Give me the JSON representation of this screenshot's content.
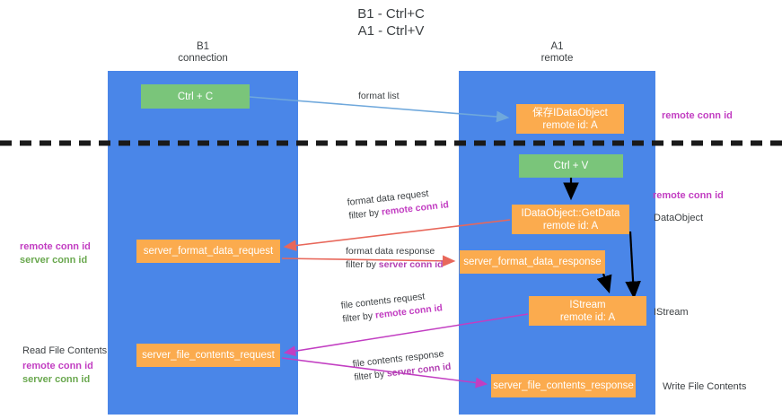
{
  "title": "B1 - Ctrl+C\nA1 - Ctrl+V",
  "colors": {
    "lane": "#4a86e8",
    "node_green": "#7ac57a",
    "node_orange": "#fbab4e",
    "remote_conn_id": "#c23ec2",
    "server_conn_id": "#6aa84f",
    "arrow_blue": "#6fa8dc",
    "arrow_red": "#e8675a",
    "arrow_magenta": "#c23ec2",
    "arrow_black": "#000000",
    "text": "#3c4043",
    "background": "#ffffff"
  },
  "columns": [
    {
      "id": "b1",
      "title": "B1",
      "subtitle": "connection",
      "header": "B1\nconnection"
    },
    {
      "id": "a1",
      "title": "A1",
      "subtitle": "remote",
      "header": "A1\nremote"
    }
  ],
  "nodes": [
    {
      "id": "ctrl-c",
      "label": "Ctrl + C",
      "sub": "",
      "color": "green",
      "lane": "b1"
    },
    {
      "id": "save-ido",
      "label": "保存IDataObject",
      "sub": "remote id: A",
      "color": "orange",
      "lane": "a1"
    },
    {
      "id": "ctrl-v",
      "label": "Ctrl + V",
      "sub": "",
      "color": "green",
      "lane": "a1"
    },
    {
      "id": "getdata",
      "label": "IDataObject::GetData",
      "sub": "remote id: A",
      "color": "orange",
      "lane": "a1"
    },
    {
      "id": "sfdreq",
      "label": "server_format_data_request",
      "sub": "",
      "color": "orange",
      "lane": "b1"
    },
    {
      "id": "sfdresp",
      "label": "server_format_data_response",
      "sub": "",
      "color": "orange",
      "lane": "a1"
    },
    {
      "id": "istream",
      "label": "IStream",
      "sub": "remote id: A",
      "color": "orange",
      "lane": "a1"
    },
    {
      "id": "sfcreq",
      "label": "server_file_contents_request",
      "sub": "",
      "color": "orange",
      "lane": "b1"
    },
    {
      "id": "sfcresp",
      "label": "server_file_contents_response",
      "sub": "",
      "color": "orange",
      "lane": "a1"
    }
  ],
  "edges": [
    {
      "id": "format-list",
      "line1": "format list",
      "filter_prefix": "",
      "filter_key": "",
      "color": "#6fa8dc"
    },
    {
      "id": "fdreq",
      "line1": "format data request",
      "filter_prefix": "filter by",
      "filter_key": "remote conn id",
      "color": "#e8675a"
    },
    {
      "id": "fdresp",
      "line1": "format data response",
      "filter_prefix": "filter by",
      "filter_key": "server conn id",
      "color": "#e8675a"
    },
    {
      "id": "fcreq",
      "line1": "file contents request",
      "filter_prefix": "filter by",
      "filter_key": "remote conn id",
      "color": "#c23ec2"
    },
    {
      "id": "fcresp",
      "line1": "file contents response",
      "filter_prefix": "filter by",
      "filter_key": "server conn id",
      "color": "#c23ec2"
    }
  ],
  "annotations": {
    "remote_conn_id_1": "remote conn id",
    "remote_conn_id_2": "remote conn id",
    "dataobject": "DataObject",
    "istream": "IStream",
    "read_file_contents": "Read File Contents",
    "write_file_contents": "Write File Contents",
    "left_remote_conn_id": "remote conn id",
    "left_server_conn_id": "server conn id",
    "left_remote_conn_id_2": "remote conn id",
    "left_server_conn_id_2": "server conn id"
  }
}
